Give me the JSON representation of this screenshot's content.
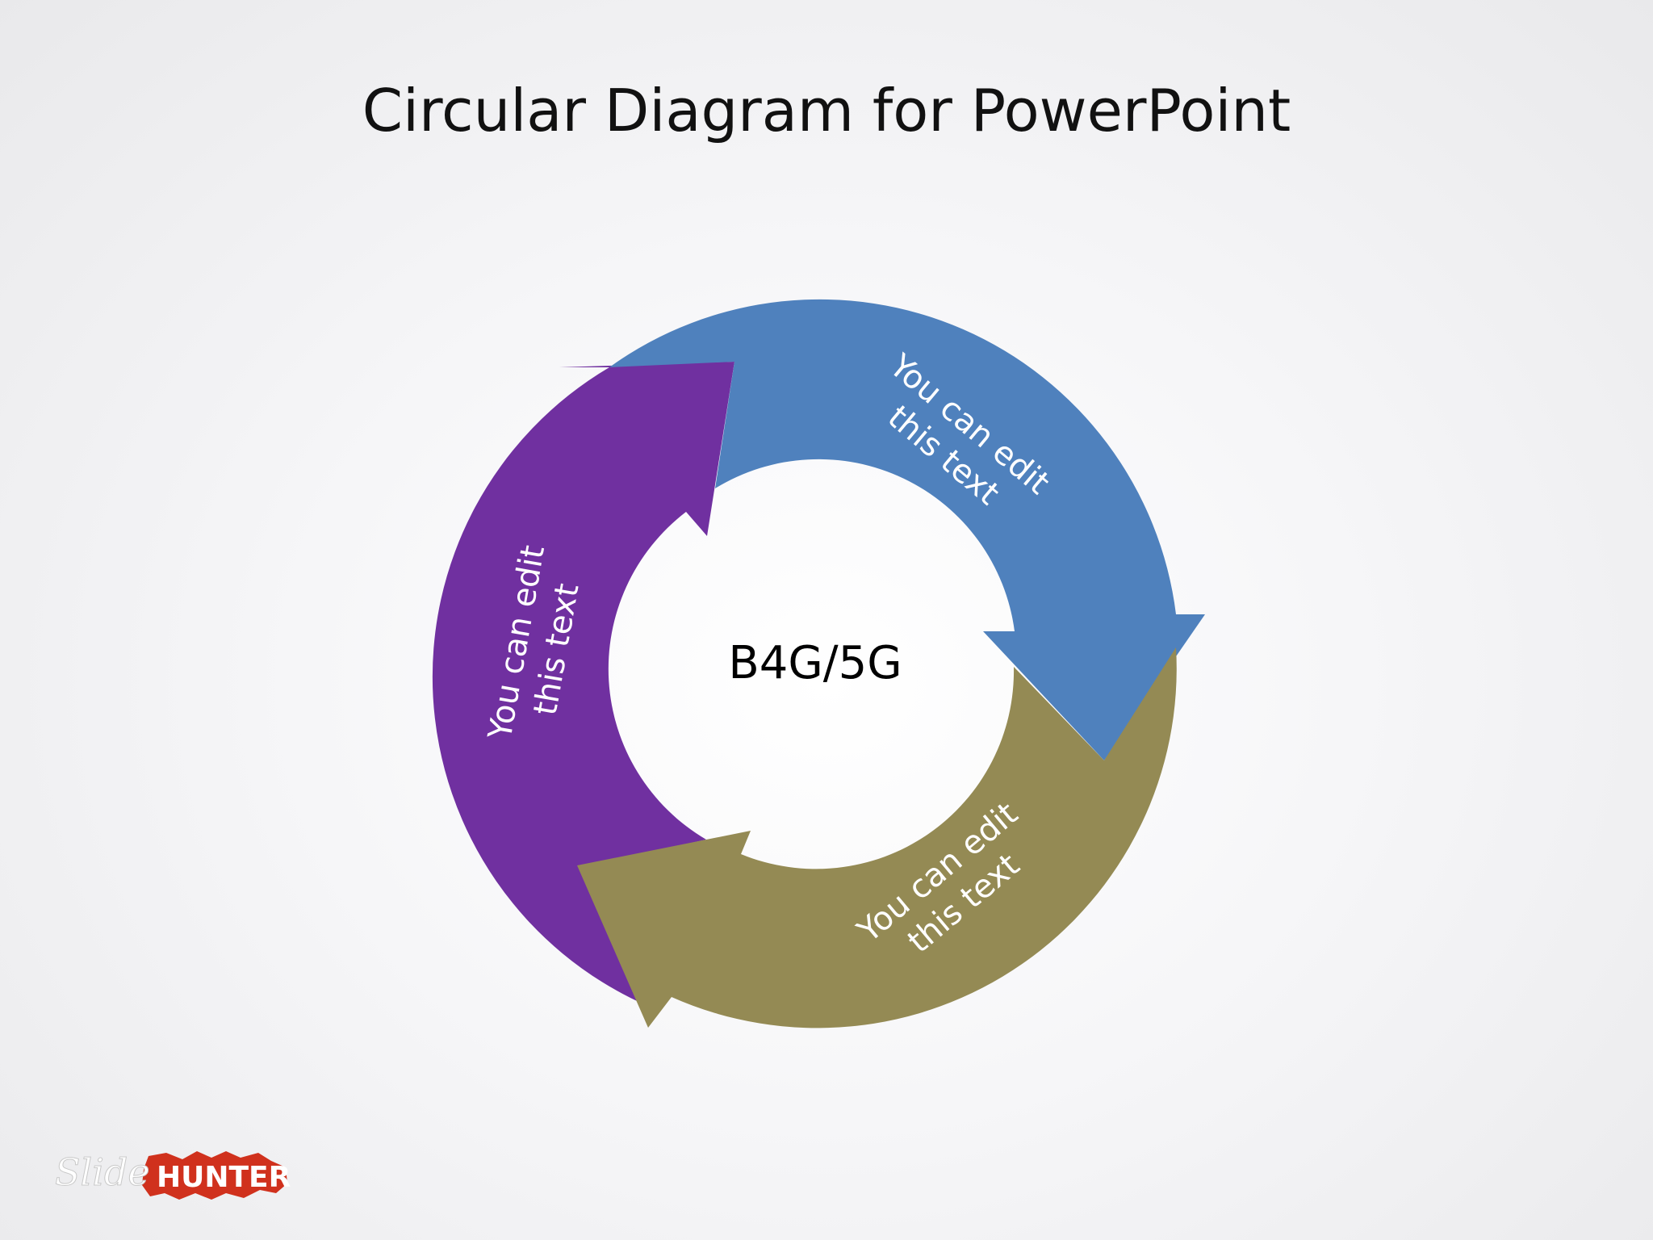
{
  "title": "Circular Diagram for PowerPoint",
  "center_label": "B4G/5G",
  "segments": [
    {
      "id": "blue",
      "line1": "You can edit",
      "line2": "this text",
      "color": "#4f81bd"
    },
    {
      "id": "olive",
      "line1": "You can edit",
      "line2": "this text",
      "color": "#948a54"
    },
    {
      "id": "purple",
      "line1": "You can edit",
      "line2": "this text",
      "color": "#7030a0"
    }
  ],
  "logo": {
    "slide": "Slide",
    "hunter": "HUNTER",
    "badge_color": "#d0311d"
  }
}
